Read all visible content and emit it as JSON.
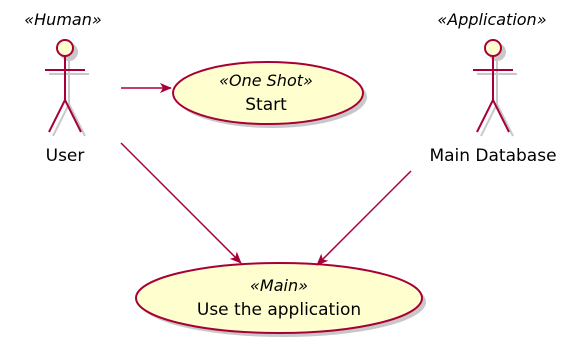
{
  "colors": {
    "fill": "#FEFECE",
    "stroke": "#A80036",
    "shadow": "#c8c8c8"
  },
  "actors": {
    "user": {
      "stereotype": "«Human»",
      "label": "User"
    },
    "main_database": {
      "stereotype": "«Application»",
      "label": "Main Database"
    }
  },
  "usecases": {
    "start": {
      "stereotype": "«One Shot»",
      "label": "Start"
    },
    "use_app": {
      "stereotype": "«Main»",
      "label": "Use the application"
    }
  },
  "connections": [
    {
      "from": "User",
      "to": "Start"
    },
    {
      "from": "User",
      "to": "Use the application"
    },
    {
      "from": "Main Database",
      "to": "Use the application"
    }
  ]
}
